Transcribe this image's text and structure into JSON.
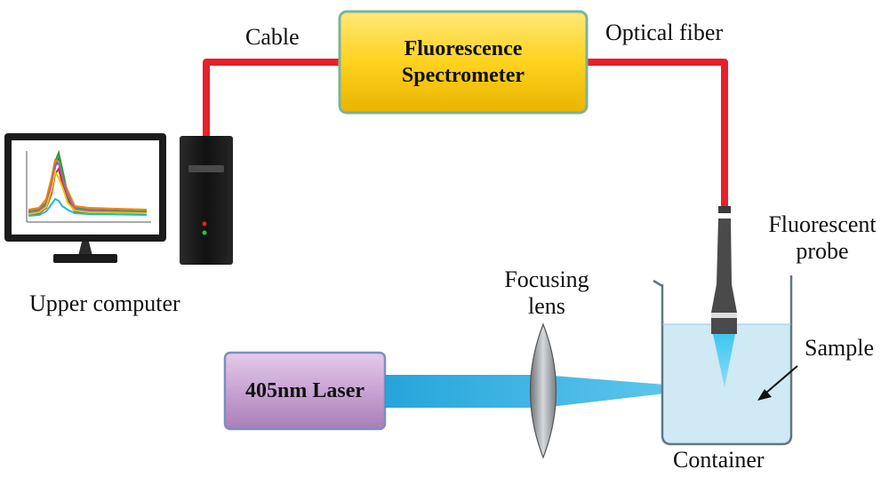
{
  "labels": {
    "cable": "Cable",
    "optical_fiber": "Optical fiber",
    "fluorescent_probe_line1": "Fluorescent",
    "fluorescent_probe_line2": "probe",
    "upper_computer": "Upper computer",
    "focusing_lens_line1": "Focusing",
    "focusing_lens_line2": "lens",
    "sample": "Sample",
    "container": "Container"
  },
  "spectrometer": {
    "line1": "Fluorescence",
    "line2": "Spectrometer",
    "fill": "#ffd21f",
    "border": "#7ab39b"
  },
  "laser": {
    "label": "405nm Laser",
    "fill": "#c9a3d3",
    "border": "#7b8fbf"
  },
  "colors": {
    "cable": "#e8202a",
    "beam": "#1fa6dc",
    "probe": "#4a4a4a",
    "liquid": "#cfe9f5",
    "probe_cone": "#3ec6f0"
  }
}
